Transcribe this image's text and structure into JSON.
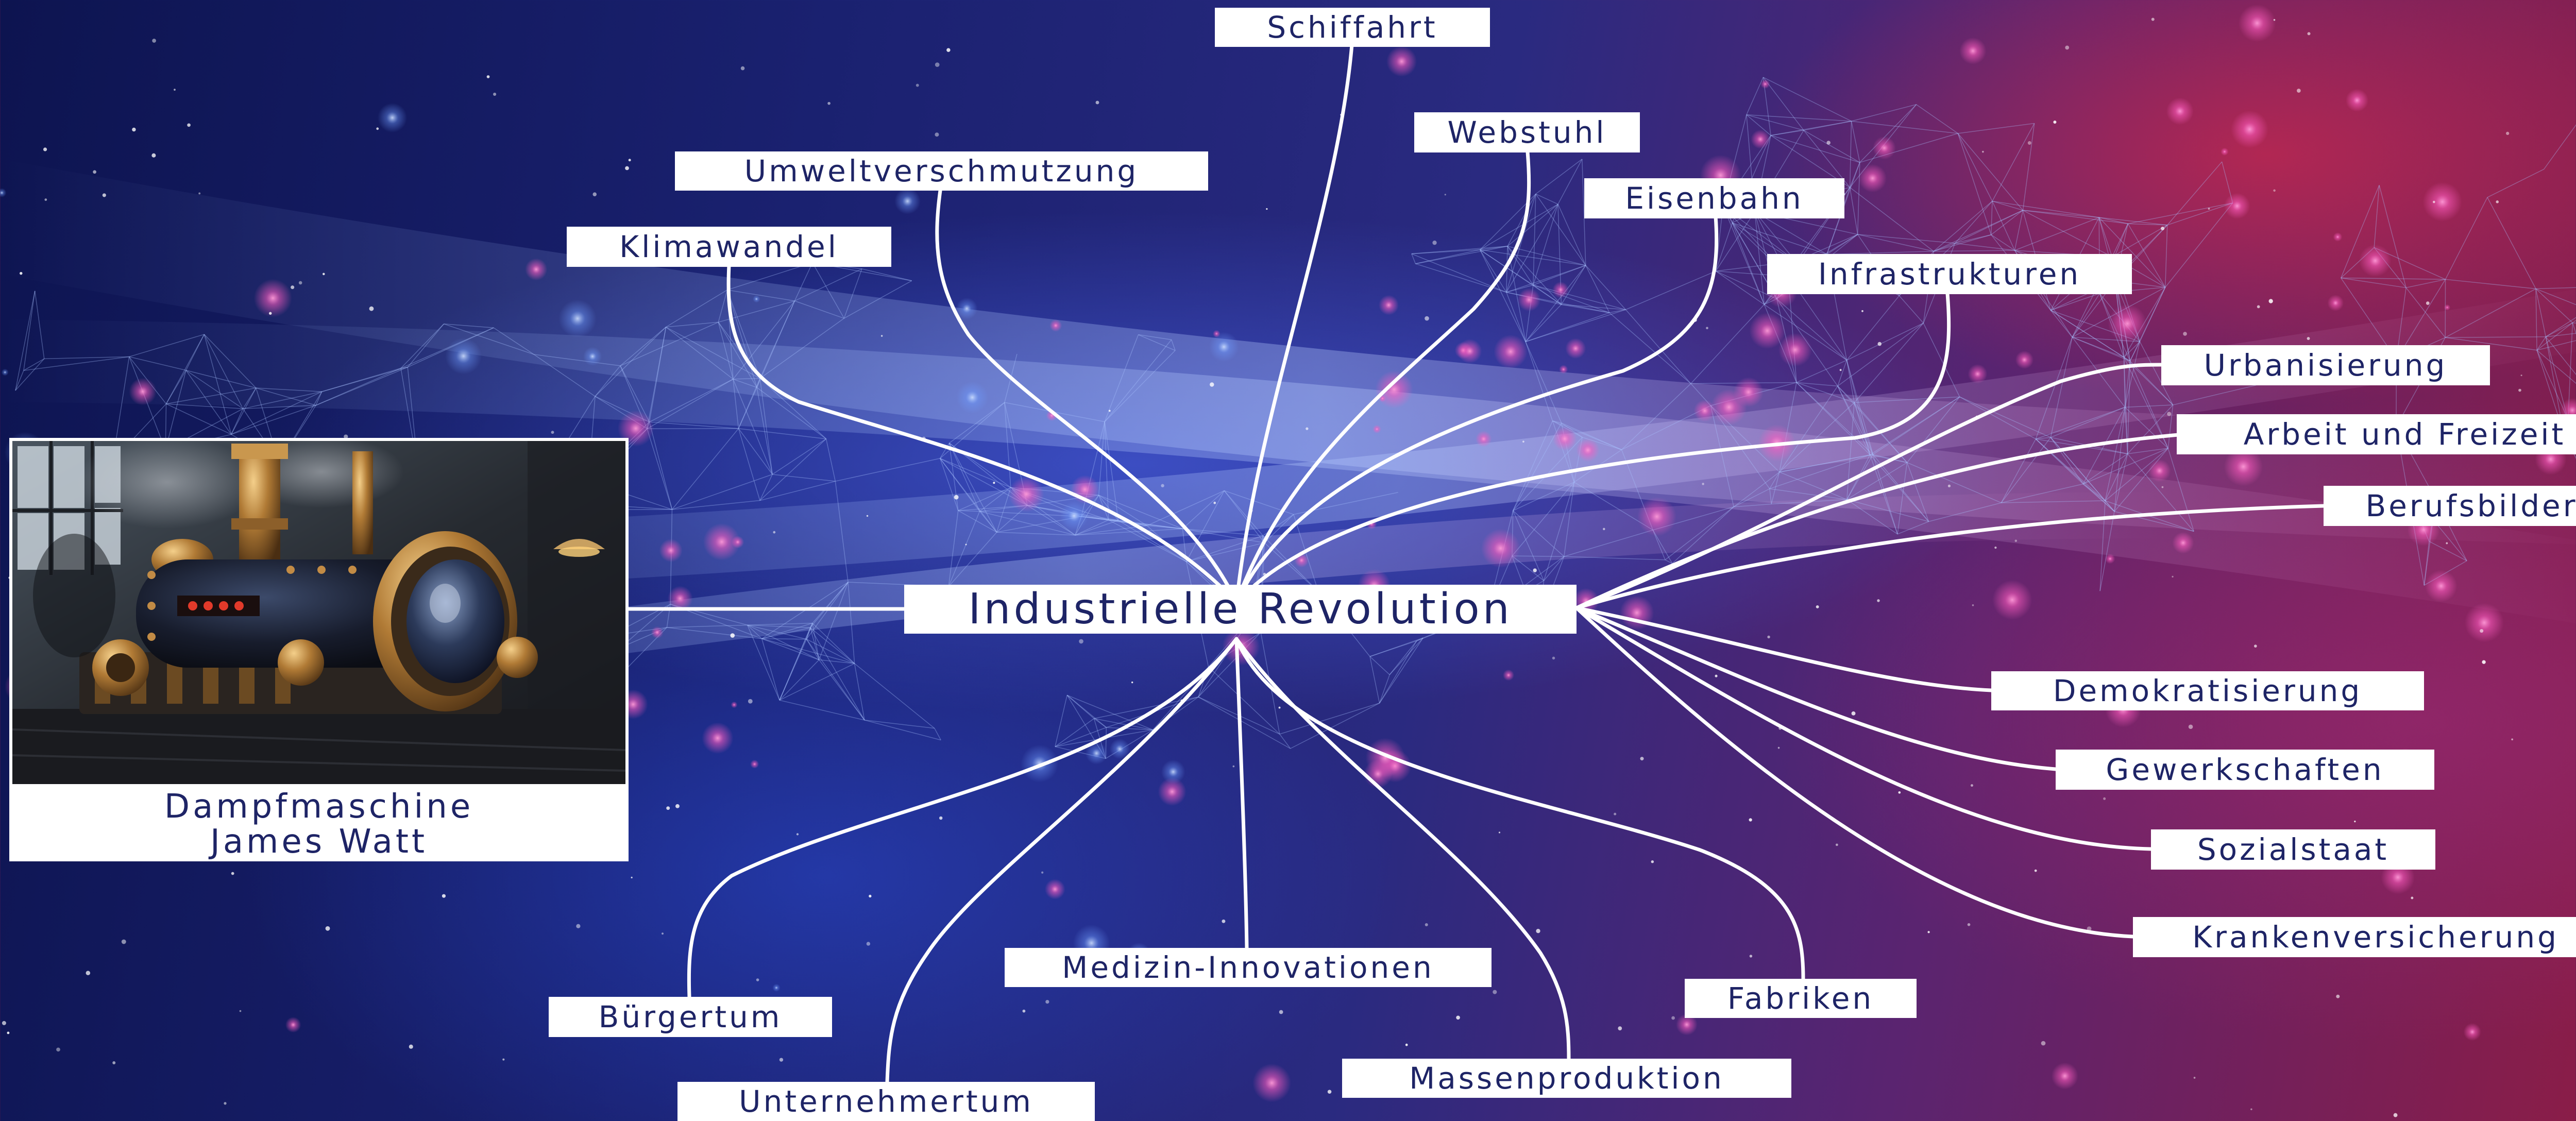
{
  "center": {
    "label": "Industrielle Revolution"
  },
  "topics": [
    "Schiffahrt",
    "Webstuhl",
    "Umweltverschmutzung",
    "Eisenbahn",
    "Klimawandel",
    "Infrastrukturen",
    "Urbanisierung",
    "Arbeit und Freizeit",
    "Berufsbilder",
    "Demokratisierung",
    "Gewerkschaften",
    "Sozialstaat",
    "Krankenversicherung",
    "Fabriken",
    "Massenproduktion",
    "Medizin-Innovationen",
    "Bürgertum",
    "Unternehmertum"
  ],
  "image_card": {
    "caption_line1": "Dampfmaschine",
    "caption_line2": "James Watt"
  },
  "colors": {
    "label_text": "#1e2466",
    "label_bg": "#ffffff",
    "connector": "#ffffff"
  }
}
